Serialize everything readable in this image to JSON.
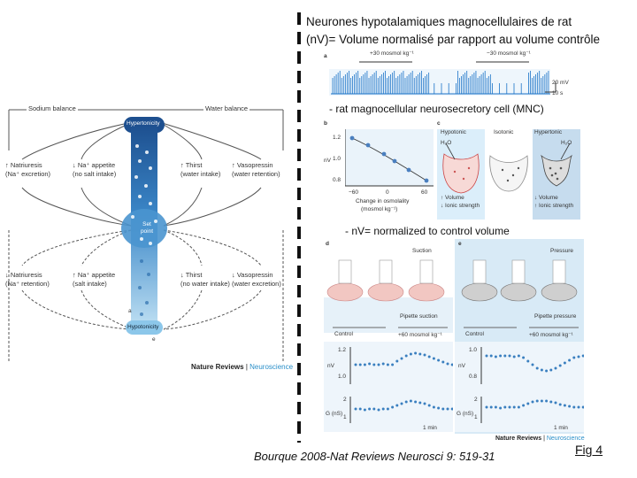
{
  "title": {
    "line1": "Neurones hypotalamiques magnocellulaires de rat",
    "line2": "(nV)=  Volume normalisé par rapport  au volume contrôle"
  },
  "captions": {
    "mnc": "- rat magnocellular neurosecretory cell (MNC)",
    "nv": "- nV= normalized to control volume"
  },
  "citation": "Bourque 2008-Nat Reviews  Neurosci 9: 519-31",
  "fig_label": "Fig 4",
  "left_figure": {
    "sodium_balance": "Sodium balance",
    "water_balance": "Water balance",
    "hypertonicity": "Hypertonicity",
    "set_point": "Set point",
    "hypotonicity": "Hypotonicity",
    "label_a": "a",
    "label_e": "e",
    "upper": [
      {
        "arrow": "↑",
        "line1": "Natriuresis",
        "line2": "(Na⁺ excretion)"
      },
      {
        "arrow": "↓",
        "line1": "Na⁺ appetite",
        "line2": "(no salt intake)"
      },
      {
        "arrow": "↑",
        "line1": "Thirst",
        "line2": "(water intake)"
      },
      {
        "arrow": "↑",
        "line1": "Vasopressin",
        "line2": "(water retention)"
      }
    ],
    "lower": [
      {
        "arrow": "↓",
        "line1": "Natriuresis",
        "line2": "(Na⁺ retention)"
      },
      {
        "arrow": "↑",
        "line1": "Na⁺ appetite",
        "line2": "(salt intake)"
      },
      {
        "arrow": "↓",
        "line1": "Thirst",
        "line2": "(no water intake)"
      },
      {
        "arrow": "↓",
        "line1": "Vasopressin",
        "line2": "(water excretion)"
      }
    ],
    "credit_a": "Nature Reviews",
    "credit_b": "Neuroscience"
  },
  "panel_a": {
    "label": "a",
    "stim1": "+30 mosmol kg⁻¹",
    "stim2": "−30 mosmol kg⁻¹",
    "scale_v": "20 mV",
    "scale_t": "10 s"
  },
  "panel_b": {
    "label": "b",
    "ylabel": "nV",
    "yticks": [
      "1.2",
      "1.0",
      "0.8"
    ],
    "xticks": [
      "−60",
      "0",
      "60"
    ],
    "xlabel1": "Change in osmolality",
    "xlabel2": "(mosmol kg⁻¹)"
  },
  "panel_c": {
    "label": "c",
    "states": [
      "Hypotonic",
      "Isotonic",
      "Hypertonic"
    ],
    "water": "H₂O",
    "hypo_notes": [
      "↑ Volume",
      "↓ Ionic strength"
    ],
    "hyper_notes": [
      "↓ Volume",
      "↑ Ionic strength"
    ]
  },
  "panel_d": {
    "label": "d",
    "suction": "Suction",
    "pipette": "Pipette suction",
    "control": "Control",
    "stim": "+60 mosmol kg⁻¹",
    "nv_label": "nV",
    "nv_ticks": [
      "1.2",
      "1.0"
    ],
    "g_label": "G (nS)",
    "g_ticks": [
      "2",
      "1"
    ],
    "time": "1 min"
  },
  "panel_e": {
    "label": "e",
    "pressure": "Pressure",
    "pipette": "Pipette pressure",
    "control": "Control",
    "stim": "+60 mosmol kg⁻¹",
    "nv_label": "nV",
    "nv_ticks": [
      "1.0",
      "0.8"
    ],
    "g_label": "G (nS)",
    "g_ticks": [
      "2",
      "1"
    ],
    "time": "1 min"
  },
  "credit_right_a": "Nature Reviews",
  "credit_right_b": "Neuroscience"
}
